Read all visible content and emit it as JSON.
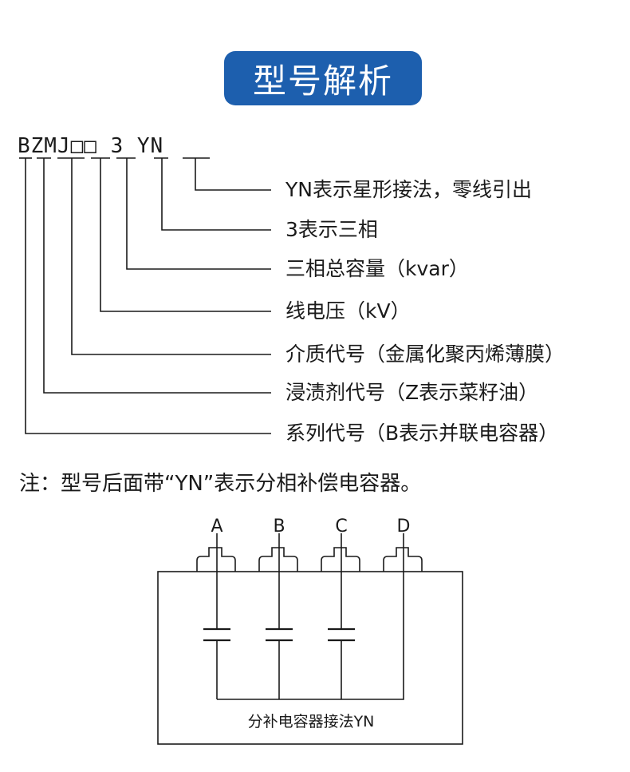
{
  "title": "型号解析",
  "model_code": "BZMJ□□ 3 YN",
  "explanations": [
    {
      "text": "YN表示星形接法，零线引出"
    },
    {
      "text": "3表示三相"
    },
    {
      "text": "三相总容量（kvar）"
    },
    {
      "text": "线电压（kV）"
    },
    {
      "text": "介质代号（金属化聚丙烯薄膜）"
    },
    {
      "text": "浸渍剂代号（Z表示菜籽油）"
    },
    {
      "text": "系列代号（B表示并联电容器）"
    }
  ],
  "note": "注：型号后面带“YN”表示分相补偿电容器。",
  "circuit": {
    "terminals": [
      "A",
      "B",
      "C",
      "D"
    ],
    "caption": "分补电容器接法YN",
    "line_color": "#1a1a1a"
  },
  "colors": {
    "accent": "#1d5fae",
    "text": "#1a1a1a"
  }
}
